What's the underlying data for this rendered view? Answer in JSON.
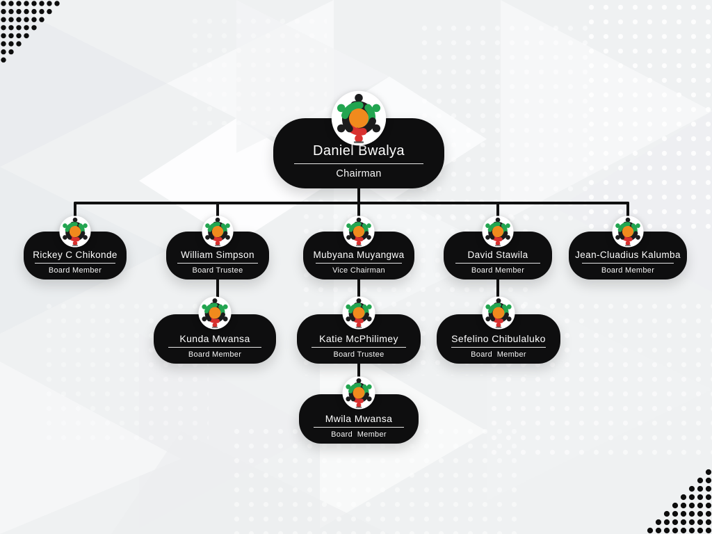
{
  "page": {
    "type": "organizational-chart",
    "background": "#F0F2F3"
  },
  "org": {
    "nodes": [
      {
        "id": "daniel-bwalya",
        "name": "Daniel Bwalya",
        "title": "Chairman",
        "parent": null
      },
      {
        "id": "rickey-c-chikonde",
        "name": "Rickey C Chikonde",
        "title": "Board Member",
        "parent": "daniel-bwalya"
      },
      {
        "id": "william-simpson",
        "name": "William Simpson",
        "title": "Board Trustee",
        "parent": "daniel-bwalya"
      },
      {
        "id": "mubyana-muyangwa",
        "name": "Mubyana Muyangwa",
        "title": "Vice Chairman",
        "parent": "daniel-bwalya"
      },
      {
        "id": "david-stawila",
        "name": "David Stawila",
        "title": "Board Member",
        "parent": "daniel-bwalya"
      },
      {
        "id": "jean-cluadius-kalumba",
        "name": "Jean-Cluadius Kalumba",
        "title": "Board Member",
        "parent": "daniel-bwalya"
      },
      {
        "id": "kunda-mwansa",
        "name": "Kunda Mwansa",
        "title": "Board Member",
        "parent": "william-simpson"
      },
      {
        "id": "katie-mcphilimey",
        "name": "Katie McPhilimey",
        "title": "Board Trustee",
        "parent": "mubyana-muyangwa"
      },
      {
        "id": "sefelino-chibulaluko",
        "name": "Sefelino Chibulaluko",
        "title": "Board  Member",
        "parent": "david-stawila"
      },
      {
        "id": "mwila-mwansa",
        "name": "Mwila Mwansa",
        "title": "Board  Member",
        "parent": "katie-mcphilimey"
      }
    ],
    "logo": {
      "icon": "community-people-logo",
      "colors": {
        "orange": "#F08A1D",
        "green": "#23A550",
        "red": "#D8312F",
        "dark": "#1C1C1D",
        "badge": "#FFFFFF"
      }
    },
    "colors": {
      "card_bg": "#0E0E0F",
      "card_text": "#FFFFFF",
      "connector": "#101010",
      "corner_dots": "#0D0D0D"
    }
  }
}
